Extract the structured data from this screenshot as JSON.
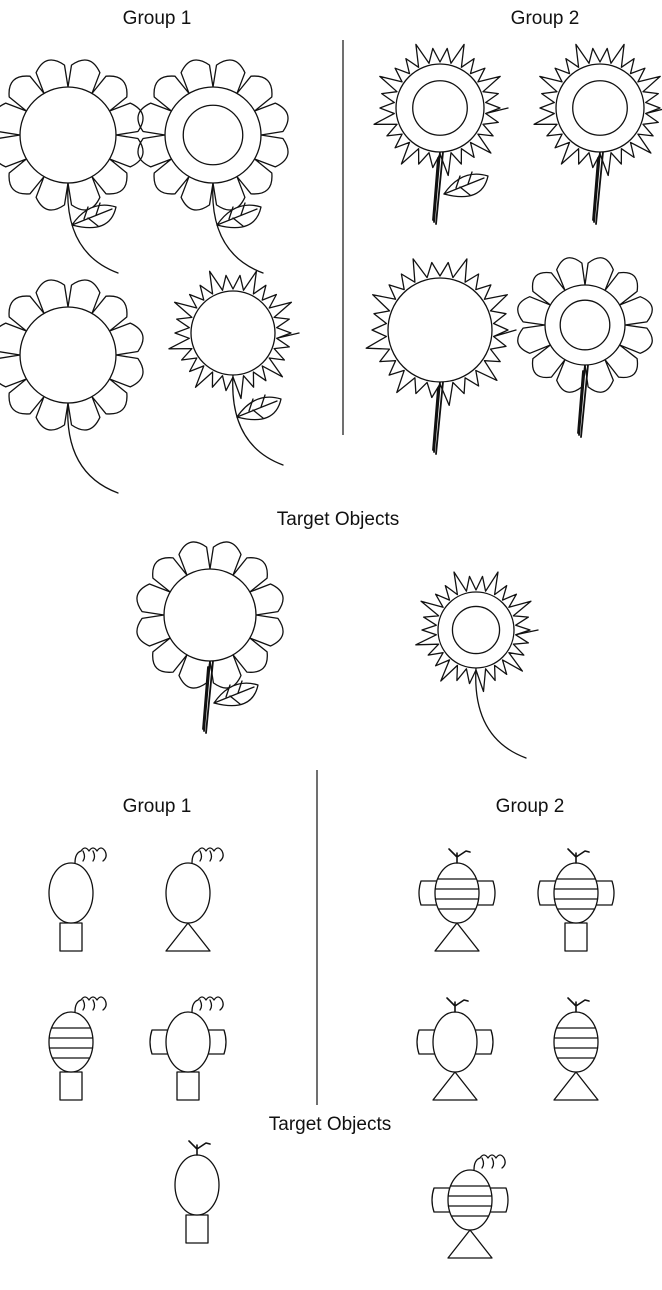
{
  "panels": [
    {
      "group1_label": "Group 1",
      "group2_label": "Group 2",
      "target_label": "Target Objects",
      "group1_items": [
        {
          "type": "flower",
          "petals": "round",
          "inner_ring": false,
          "stem": "curved",
          "leaf": true
        },
        {
          "type": "flower",
          "petals": "round",
          "inner_ring": true,
          "stem": "curved",
          "leaf": true
        },
        {
          "type": "flower",
          "petals": "round",
          "inner_ring": false,
          "stem": "curved",
          "leaf": false
        },
        {
          "type": "flower",
          "petals": "spiky",
          "inner_ring": false,
          "stem": "curved",
          "leaf": true
        }
      ],
      "group2_items": [
        {
          "type": "flower",
          "petals": "spiky",
          "inner_ring": true,
          "stem": "straight",
          "leaf": true
        },
        {
          "type": "flower",
          "petals": "spiky",
          "inner_ring": true,
          "stem": "straight",
          "leaf": false
        },
        {
          "type": "flower",
          "petals": "spiky",
          "inner_ring": false,
          "stem": "straight",
          "leaf": false
        },
        {
          "type": "flower",
          "petals": "round",
          "inner_ring": true,
          "stem": "straight",
          "leaf": false
        }
      ],
      "targets": [
        {
          "type": "flower",
          "petals": "round",
          "inner_ring": false,
          "stem": "straight",
          "leaf": true
        },
        {
          "type": "flower",
          "petals": "spiky",
          "inner_ring": true,
          "stem": "curved",
          "leaf": false
        }
      ]
    },
    {
      "group1_label": "Group 1",
      "group2_label": "Group 2",
      "target_label": "Target Objects",
      "group1_items": [
        {
          "type": "figure",
          "antenna": "curly",
          "stripes": false,
          "wings": false,
          "base": "square"
        },
        {
          "type": "figure",
          "antenna": "curly",
          "stripes": false,
          "wings": false,
          "base": "triangle"
        },
        {
          "type": "figure",
          "antenna": "curly",
          "stripes": true,
          "wings": false,
          "base": "square"
        },
        {
          "type": "figure",
          "antenna": "curly",
          "stripes": false,
          "wings": true,
          "base": "square"
        }
      ],
      "group2_items": [
        {
          "type": "figure",
          "antenna": "straight",
          "stripes": true,
          "wings": true,
          "base": "triangle"
        },
        {
          "type": "figure",
          "antenna": "straight",
          "stripes": true,
          "wings": true,
          "base": "square"
        },
        {
          "type": "figure",
          "antenna": "straight",
          "stripes": false,
          "wings": true,
          "base": "triangle"
        },
        {
          "type": "figure",
          "antenna": "straight",
          "stripes": true,
          "wings": false,
          "base": "triangle"
        }
      ],
      "targets": [
        {
          "type": "figure",
          "antenna": "straight",
          "stripes": false,
          "wings": false,
          "base": "square"
        },
        {
          "type": "figure",
          "antenna": "curly",
          "stripes": true,
          "wings": true,
          "base": "triangle"
        }
      ]
    }
  ]
}
